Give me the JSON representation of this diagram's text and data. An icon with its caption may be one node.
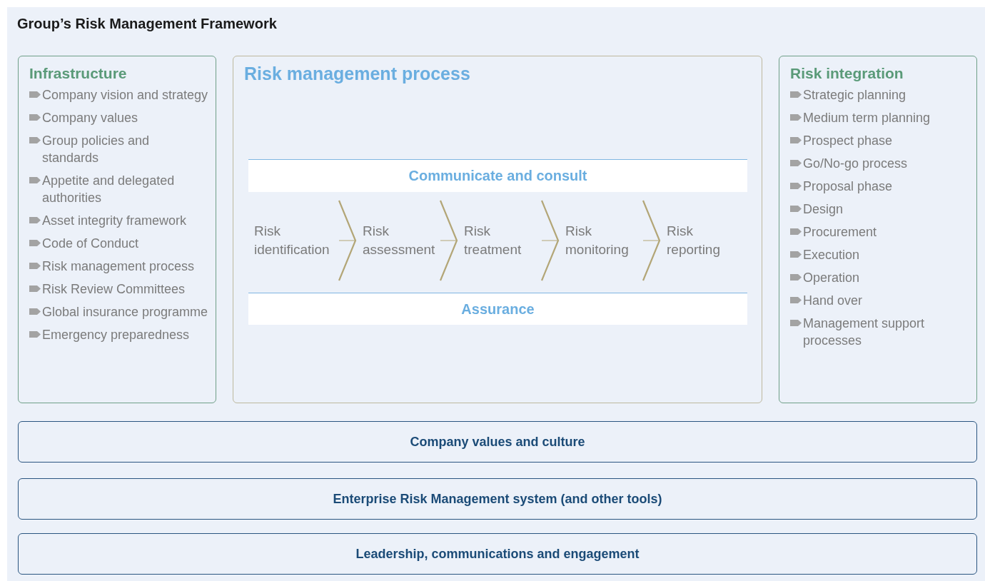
{
  "diagram": {
    "nodes": [
      {
        "text": [
          "Group’s Risk Management Framework"
        ]
      },
      {
        "text": [
          "Infrastructure",
          "Company vision and strategy",
          "Company values",
          "Group policies and standards",
          "Appetite and delegated authorities",
          "Asset integrity framework",
          "Code of Conduct",
          "Risk management process",
          "Risk Review Committees",
          "Global insurance programme",
          "Emergency preparedness"
        ],
        "in": 0
      },
      {
        "text": [
          "Risk management process"
        ],
        "in": 0
      },
      {
        "text": [
          "Communicate and consult"
        ],
        "in": 2
      },
      {
        "text": [
          "Risk identification"
        ],
        "in": 2
      },
      {
        "text": [
          "Risk assessment"
        ],
        "in": 2
      },
      {
        "text": [
          "Risk treatment"
        ],
        "in": 2
      },
      {
        "text": [
          "Risk monitoring"
        ],
        "in": 2
      },
      {
        "text": [
          "Risk reporting"
        ],
        "in": 2
      },
      {
        "text": [
          "Assurance"
        ],
        "in": 2
      },
      {
        "text": [
          "Risk integration",
          "Strategic planning",
          "Medium term planning",
          "Prospect phase",
          "Go/No-go process",
          "Proposal phase",
          "Design",
          "Procurement",
          "Execution",
          "Operation",
          "Hand over",
          "Management support processes"
        ],
        "in": 0
      },
      {
        "text": [
          "Company values and culture"
        ],
        "in": 0
      },
      {
        "text": [
          "Enterprise Risk Management system (and other tools)"
        ],
        "in": 0
      },
      {
        "text": [
          "Leadership, communications and engagement"
        ],
        "in": 0
      }
    ],
    "edges": [
      {
        "from": 4,
        "to": 5,
        "arrow": "to"
      },
      {
        "from": 5,
        "to": 6,
        "arrow": "to"
      },
      {
        "from": 6,
        "to": 7,
        "arrow": "to"
      },
      {
        "from": 7,
        "to": 8,
        "arrow": "to"
      }
    ]
  }
}
